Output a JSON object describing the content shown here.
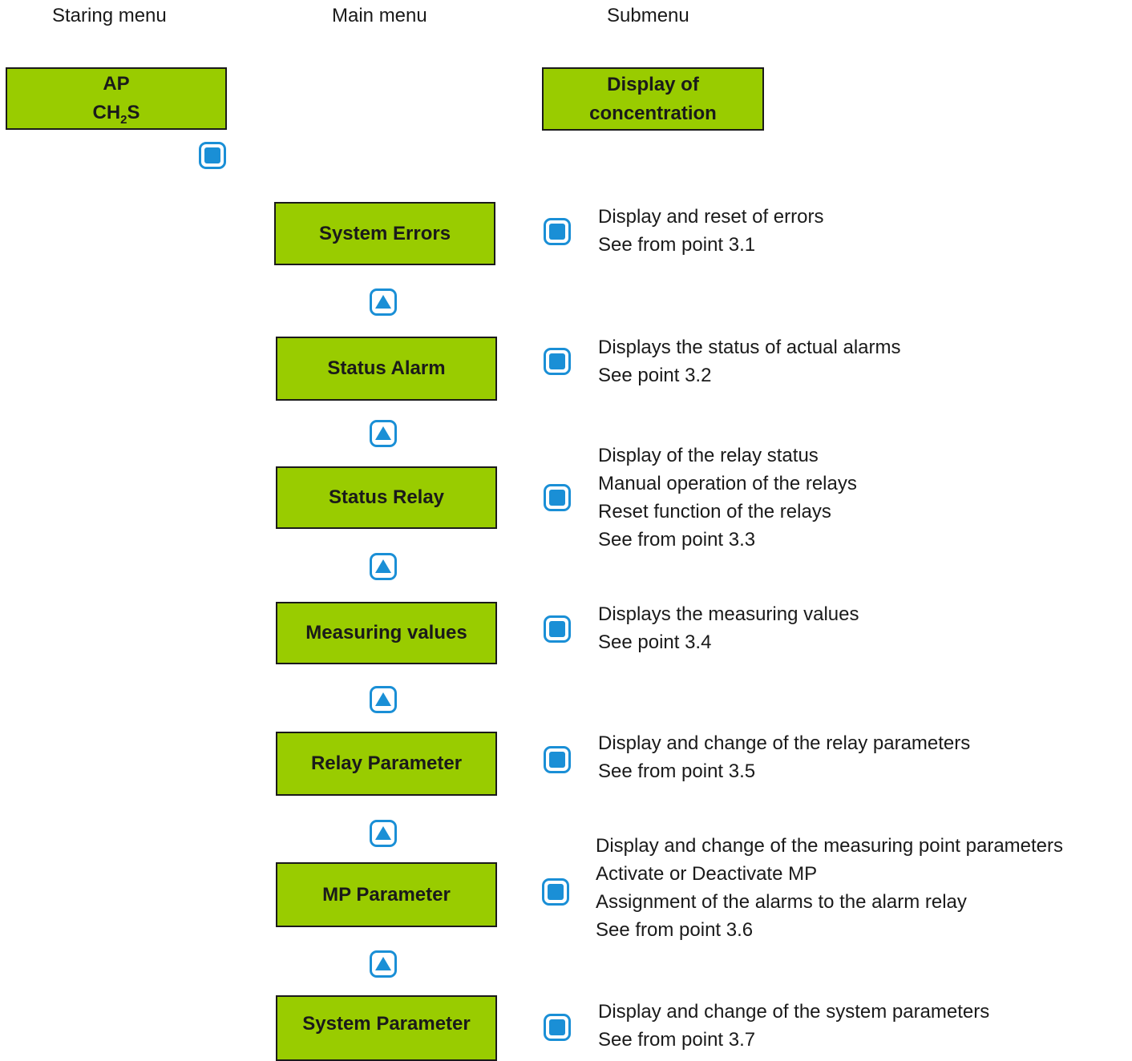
{
  "headers": {
    "starting": "Staring menu",
    "main": "Main menu",
    "submenu": "Submenu"
  },
  "start_box": {
    "line1": "AP",
    "line2_prefix": "CH",
    "line2_sub": "2",
    "line2_suffix": "S"
  },
  "sub_box": {
    "line1": "Display of",
    "line2": "concentration"
  },
  "menu_items": [
    {
      "label": "System Errors",
      "desc": [
        "Display and reset of errors",
        "See from point 3.1"
      ]
    },
    {
      "label": "Status Alarm",
      "desc": [
        "Displays the status of actual alarms",
        "See point 3.2"
      ]
    },
    {
      "label": "Status Relay",
      "desc": [
        "Display of the relay status",
        "Manual operation of the relays",
        "Reset function of the relays",
        "See from point 3.3"
      ]
    },
    {
      "label": "Measuring values",
      "desc": [
        "Displays the measuring values",
        "See point 3.4"
      ]
    },
    {
      "label": "Relay Parameter",
      "desc": [
        "Display and change of the relay parameters",
        "See from point 3.5"
      ]
    },
    {
      "label": "MP Parameter",
      "desc": [
        "Display and change of the measuring point parameters",
        "Activate or Deactivate MP",
        "Assignment of the alarms to the alarm relay",
        "See from point 3.6"
      ]
    },
    {
      "label": "System Parameter",
      "desc": [
        "Display and change of the system parameters",
        "See from point 3.7"
      ]
    }
  ],
  "icons": {
    "enter": "enter-button-icon",
    "up": "up-arrow-button-icon"
  },
  "colors": {
    "lcd_green": "#99cc00",
    "button_blue": "#1a8fd6"
  }
}
